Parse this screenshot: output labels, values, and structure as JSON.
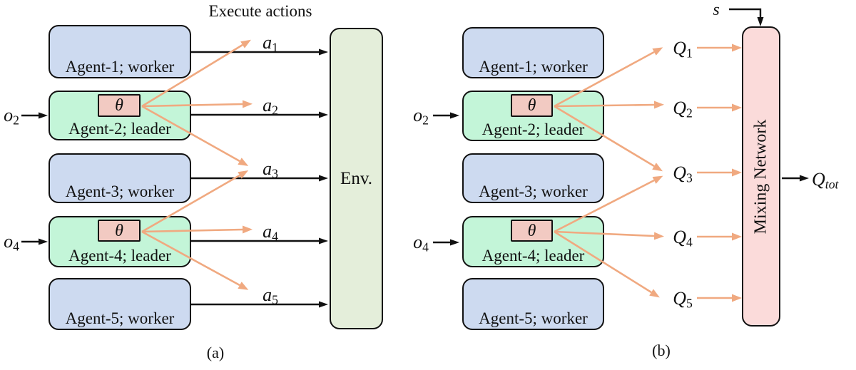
{
  "colors": {
    "worker_box": "#cddaf0",
    "leader_box": "#c3f5d8",
    "theta_box": "#f2cac2",
    "env_box": "#e4eeda",
    "mixer_box": "#fbdbda",
    "arrow_accent": "#f0a980",
    "arrow_black": "#111111"
  },
  "panel_a": {
    "title": "Execute actions",
    "caption": "(a)",
    "env_label": "Env.",
    "inputs": [
      {
        "base": "o",
        "sub": "2"
      },
      {
        "base": "o",
        "sub": "4"
      }
    ],
    "agents": [
      {
        "label": "Agent-1; worker",
        "role": "worker"
      },
      {
        "label": "Agent-2; leader",
        "role": "leader",
        "param": "θ"
      },
      {
        "label": "Agent-3; worker",
        "role": "worker"
      },
      {
        "label": "Agent-4; leader",
        "role": "leader",
        "param": "θ"
      },
      {
        "label": "Agent-5; worker",
        "role": "worker"
      }
    ],
    "actions": [
      {
        "base": "a",
        "sub": "1"
      },
      {
        "base": "a",
        "sub": "2"
      },
      {
        "base": "a",
        "sub": "3"
      },
      {
        "base": "a",
        "sub": "4"
      },
      {
        "base": "a",
        "sub": "5"
      }
    ]
  },
  "panel_b": {
    "caption": "(b)",
    "state_label": "s",
    "mixer_label": "Mixing Network",
    "output": {
      "base": "Q",
      "sub": "tot"
    },
    "inputs": [
      {
        "base": "o",
        "sub": "2"
      },
      {
        "base": "o",
        "sub": "4"
      }
    ],
    "agents": [
      {
        "label": "Agent-1; worker",
        "role": "worker"
      },
      {
        "label": "Agent-2; leader",
        "role": "leader",
        "param": "θ"
      },
      {
        "label": "Agent-3; worker",
        "role": "worker"
      },
      {
        "label": "Agent-4; leader",
        "role": "leader",
        "param": "θ"
      },
      {
        "label": "Agent-5; worker",
        "role": "worker"
      }
    ],
    "q_values": [
      {
        "base": "Q",
        "sub": "1"
      },
      {
        "base": "Q",
        "sub": "2"
      },
      {
        "base": "Q",
        "sub": "3"
      },
      {
        "base": "Q",
        "sub": "4"
      },
      {
        "base": "Q",
        "sub": "5"
      }
    ]
  }
}
